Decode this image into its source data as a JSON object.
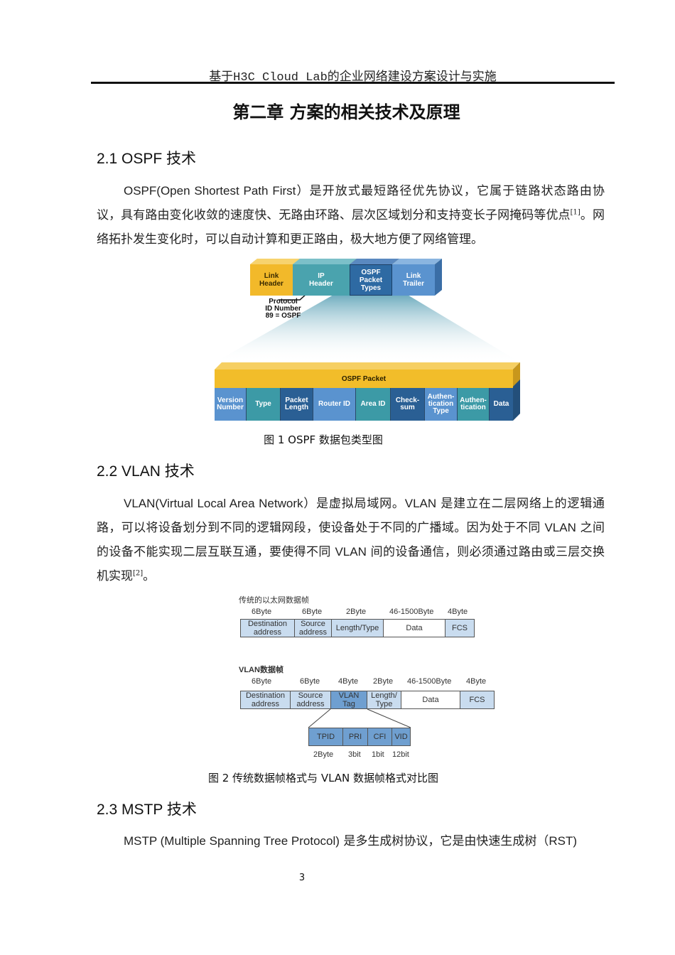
{
  "header": {
    "running_title": "基于H3C Cloud Lab的企业网络建设方案设计与实施"
  },
  "chapter": {
    "title": "第二章  方案的相关技术及原理"
  },
  "sections": [
    {
      "heading": "2.1 OSPF 技术",
      "paragraph": {
        "part1": "OSPF(Open Shortest Path First",
        "part2": "）是开放式最短路径优先协议，它属于链路状态路由协议，具有路由变化收敛的速度快、无路由环路、层次区域划分和支持变长子网掩码等优点",
        "ref": "[1]",
        "part3": "。网络拓扑发生变化时，可以自动计算和更正路由，极大地方便了网络管理。"
      }
    },
    {
      "heading": "2.2 VLAN 技术",
      "paragraph": {
        "part1": "VLAN(Virtual Local Area Network",
        "part2": "）是虚拟局域网。",
        "part3": "VLAN",
        "part4": " 是建立在二层网络上的逻辑通路，可以将设备划分到不同的逻辑网段，使设备处于不同的广播域。因为处于不同 ",
        "part5": "VLAN",
        "part6": " 之间的设备不能实现二层互联互通，要使得不同 ",
        "part7": "VLAN",
        "part8": " 间的设备通信，则必须通过路由或三层交换机实现",
        "ref": "[2]",
        "part9": "。"
      }
    },
    {
      "heading": "2.3 MSTP 技术",
      "paragraph": {
        "part1": "MSTP (Multiple Spanning Tree Protocol)",
        "part2": " 是多生成树协议，它是由快速生成树（",
        "part3": "RST)"
      }
    }
  ],
  "figure1": {
    "caption": "图 1  OSPF 数据包类型图",
    "top_blocks": [
      {
        "label": "Link\nHeader",
        "color": "#f2b92a",
        "text_color": "#3a2a00"
      },
      {
        "label": "IP\nHeader",
        "color": "#4aa3ae",
        "text_color": "#ffffff"
      },
      {
        "label": "OSPF\nPacket\nTypes",
        "color": "#2e6aa3",
        "text_color": "#ffffff"
      },
      {
        "label": "Link\nTrailer",
        "color": "#5a93cf",
        "text_color": "#ffffff"
      }
    ],
    "annotation": "Protocol\nID Number\n89 = OSPF",
    "packet_label": "OSPF Packet",
    "packet_color": "#f2bd2a",
    "fields": [
      {
        "label": "Version\nNumber",
        "color": "#5a93cf"
      },
      {
        "label": "Type",
        "color": "#3c9aa6"
      },
      {
        "label": "Packet\nLength",
        "color": "#2a5f94"
      },
      {
        "label": "Router ID",
        "color": "#5a93cf"
      },
      {
        "label": "Area ID",
        "color": "#3c9aa6"
      },
      {
        "label": "Check-\nsum",
        "color": "#2a5f94"
      },
      {
        "label": "Authen-\ntication\nType",
        "color": "#5a93cf"
      },
      {
        "label": "Authen-\ntication",
        "color": "#3c9aa6"
      },
      {
        "label": "Data",
        "color": "#2a5f94"
      }
    ]
  },
  "figure2": {
    "caption": "图 2  传统数据帧格式与 VLAN 数据帧格式对比图",
    "traditional": {
      "title": "传统的以太网数据帧",
      "sizes": [
        "6Byte",
        "6Byte",
        "2Byte",
        "46-1500Byte",
        "4Byte"
      ],
      "fields": [
        "Destination\naddress",
        "Source\naddress",
        "Length/Type",
        "Data",
        "FCS"
      ]
    },
    "vlan": {
      "title": "VLAN数据帧",
      "sizes": [
        "6Byte",
        "6Byte",
        "4Byte",
        "2Byte",
        "46-1500Byte",
        "4Byte"
      ],
      "fields": [
        "Destination\naddress",
        "Source\naddress",
        "VLAN\nTag",
        "Length/\nType",
        "Data",
        "FCS"
      ]
    },
    "tag": {
      "fields": [
        "TPID",
        "PRI",
        "CFI",
        "VID"
      ],
      "sizes": [
        "2Byte",
        "3bit",
        "1bit",
        "12bit"
      ]
    },
    "colors": {
      "light": "#c9dcef",
      "dark": "#6f9fd0",
      "white": "#ffffff"
    }
  },
  "footer": {
    "page_number": "3"
  }
}
